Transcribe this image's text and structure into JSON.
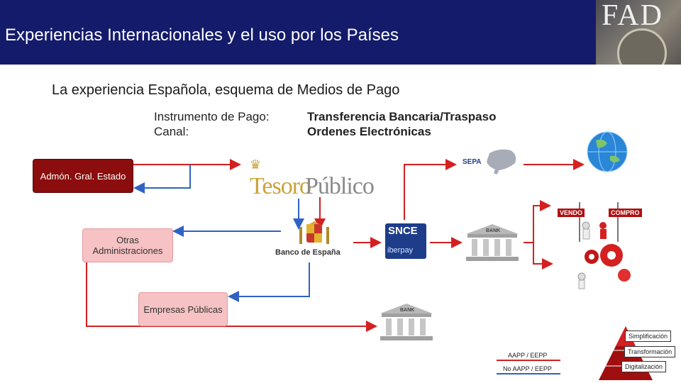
{
  "header": {
    "title": "Experiencias Internacionales y el uso por los Países",
    "logo_text": "FAD",
    "bg_color": "#151b6b"
  },
  "subtitle": "La experiencia Española, esquema de Medios de Pago",
  "instrument": {
    "label": "Instrumento de Pago:",
    "value": "Transferencia Bancaria/Traspaso"
  },
  "channel": {
    "label": "Canal:",
    "value": "Ordenes Electrónicas"
  },
  "nodes": {
    "admin": "Admón. Gral. Estado",
    "otras": "Otras Administraciones",
    "empresas": "Empresas Públicas",
    "tesoro_a": "Tesoro",
    "tesoro_b": "Público",
    "bde": "Banco de España",
    "snce_a": "SNCE",
    "snce_b": "iberpay",
    "bank": "BANK",
    "sepa": "SEPA",
    "vendo": "VENDO",
    "compro": "COMPRO"
  },
  "legend": {
    "aapp": "AAPP / EEPP",
    "no_aapp": "No AAPP / EEPP"
  },
  "pyramid": {
    "simplificacion": "Simplificación",
    "transformacion": "Transformación",
    "digitalizacion": "Digitalización"
  },
  "colors": {
    "red_line": "#d42020",
    "blue_line": "#2f62c4",
    "dark_box": "#8b0d0d",
    "pink_box": "#f6c2c4"
  },
  "icons": [
    "crown-icon",
    "coat-of-arms-icon",
    "bank-icon",
    "globe-icon",
    "europe-map-icon",
    "handshake-icon",
    "gears-icon",
    "pyramid-icon"
  ]
}
